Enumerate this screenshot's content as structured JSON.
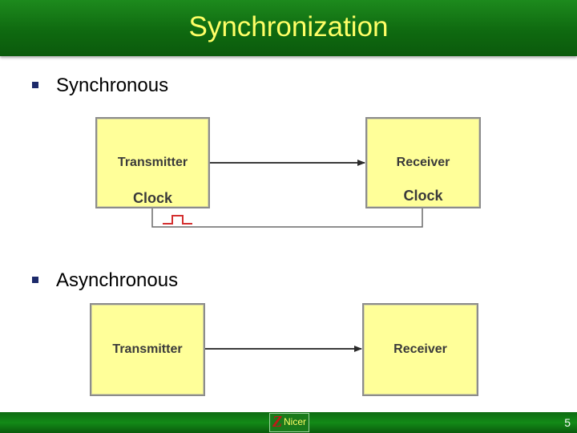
{
  "slide": {
    "title": "Synchronization",
    "page_number": "5"
  },
  "bullets": [
    {
      "text": "Synchronous"
    },
    {
      "text": "Asynchronous"
    }
  ],
  "synchronous_diagram": {
    "transmitter": {
      "label": "Transmitter",
      "clock_label": "Clock"
    },
    "receiver": {
      "label": "Receiver",
      "clock_label": "Clock"
    }
  },
  "asynchronous_diagram": {
    "transmitter": {
      "label": "Transmitter"
    },
    "receiver": {
      "label": "Receiver"
    }
  },
  "footer": {
    "logo_mark": "Z",
    "logo_word": "Nicer"
  },
  "colors": {
    "title_bar": "#0f6a10",
    "title_text": "#ffff66",
    "box_fill": "#ffff99",
    "box_border": "#8c8c8c",
    "bullet": "#1c2a6a",
    "signal": "#d43030"
  }
}
